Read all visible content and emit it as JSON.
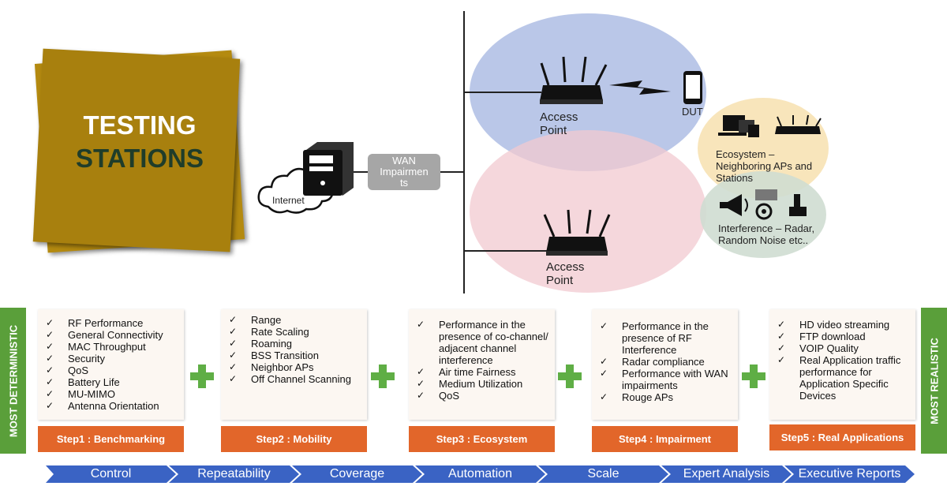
{
  "title": {
    "line1": "TESTING",
    "line2": "STATIONS"
  },
  "diagram": {
    "internet": "Internet",
    "wan": [
      "WAN",
      "Impairmen",
      "ts"
    ],
    "ap1": [
      "Access",
      "Point"
    ],
    "ap2": [
      "Access",
      "Point"
    ],
    "dut": "DUT",
    "ecosystem": [
      "Ecosystem –",
      "Neighboring APs and",
      "Stations"
    ],
    "interference": [
      "Interference – Radar,",
      "Random Noise etc.."
    ]
  },
  "sides": {
    "left": "MOST DETERMINISTIC",
    "right": "MOST REALISTIC"
  },
  "steps": [
    {
      "label": "Step1 : Benchmarking",
      "items": [
        "RF Performance",
        "General Connectivity",
        "MAC Throughput",
        "Security",
        "QoS",
        "Battery Life",
        "MU-MIMO",
        "Antenna Orientation"
      ]
    },
    {
      "label": "Step2 : Mobility",
      "items": [
        "Range",
        "Rate Scaling",
        "Roaming",
        "BSS Transition",
        "Neighbor APs",
        "Off Channel Scanning"
      ]
    },
    {
      "label": "Step3 : Ecosystem",
      "items": [
        "Performance in the presence of co-channel/ adjacent channel interference",
        "Air time Fairness",
        "Medium Utilization",
        "QoS"
      ]
    },
    {
      "label": "Step4 : Impairment",
      "items": [
        "Performance in the presence of  RF Interference",
        "Radar compliance",
        "Performance with WAN impairments",
        "Rouge APs"
      ]
    },
    {
      "label": "Step5 : Real Applications",
      "items": [
        "HD video streaming",
        "FTP download",
        "VOIP Quality",
        "Real Application traffic performance for Application Specific Devices"
      ]
    }
  ],
  "progression": [
    "Control",
    "Repeatability",
    "Coverage",
    "Automation",
    "Scale",
    "Expert Analysis",
    "Executive Reports"
  ],
  "colors": {
    "card": "#a8800e",
    "step_label": "#e2662a",
    "plus": "#5fae45",
    "side": "#5a9f3a",
    "chevron": "#3a63c4",
    "ellipse_blue": "#aebde4",
    "ellipse_pink": "#f2c9d0",
    "ellipse_yellow": "#f7e2b4",
    "ellipse_green": "#cfddd2"
  }
}
